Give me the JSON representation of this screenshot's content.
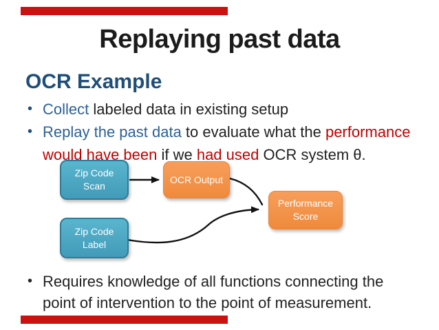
{
  "slide": {
    "title": "Replaying past data",
    "heading": "OCR Example",
    "bullet_char": "•",
    "bullets": [
      {
        "lines": [
          {
            "segments": [
              {
                "text": "Collect ",
                "color": "blue"
              },
              {
                "text": "labeled data in existing setup",
                "color": "black"
              }
            ]
          }
        ]
      },
      {
        "lines": [
          {
            "segments": [
              {
                "text": "Replay the past data ",
                "color": "blue"
              },
              {
                "text": "to evaluate what the ",
                "color": "black"
              },
              {
                "text": "performance",
                "color": "red"
              }
            ]
          },
          {
            "segments": [
              {
                "text": "would have been ",
                "color": "red"
              },
              {
                "text": "if we ",
                "color": "black"
              },
              {
                "text": "had used ",
                "color": "red"
              },
              {
                "text": "OCR system θ.",
                "color": "black"
              }
            ]
          }
        ]
      },
      {
        "lines": [
          {
            "segments": [
              {
                "text": "Requires knowledge of all functions connecting the",
                "color": "black"
              }
            ]
          },
          {
            "segments": [
              {
                "text": "point of intervention to the point of measurement.",
                "color": "black"
              }
            ]
          }
        ]
      }
    ],
    "diagram": {
      "nodes": [
        {
          "id": "zip-code-scan",
          "line1": "Zip Code",
          "line2": "Scan",
          "color": "teal"
        },
        {
          "id": "ocr-output",
          "line1": "OCR Output",
          "line2": "",
          "color": "orange"
        },
        {
          "id": "performance-score",
          "line1": "Performance",
          "line2": "Score",
          "color": "orange"
        },
        {
          "id": "zip-code-label",
          "line1": "Zip Code",
          "line2": "Label",
          "color": "teal"
        }
      ],
      "edges": [
        {
          "from": "zip-code-scan",
          "to": "ocr-output",
          "style": "straight"
        },
        {
          "from": "ocr-output",
          "to": "performance-score",
          "style": "curved"
        },
        {
          "from": "zip-code-label",
          "to": "performance-score",
          "style": "curved"
        }
      ]
    },
    "colors": {
      "heading_blue": "#1F4E79",
      "accent_blue": "#2E6096",
      "accent_red": "#C00000",
      "teal_box": "#4AA8C5",
      "orange_box": "#F2914B",
      "red_bar": "#CC1111",
      "arrow": "#111111"
    }
  }
}
